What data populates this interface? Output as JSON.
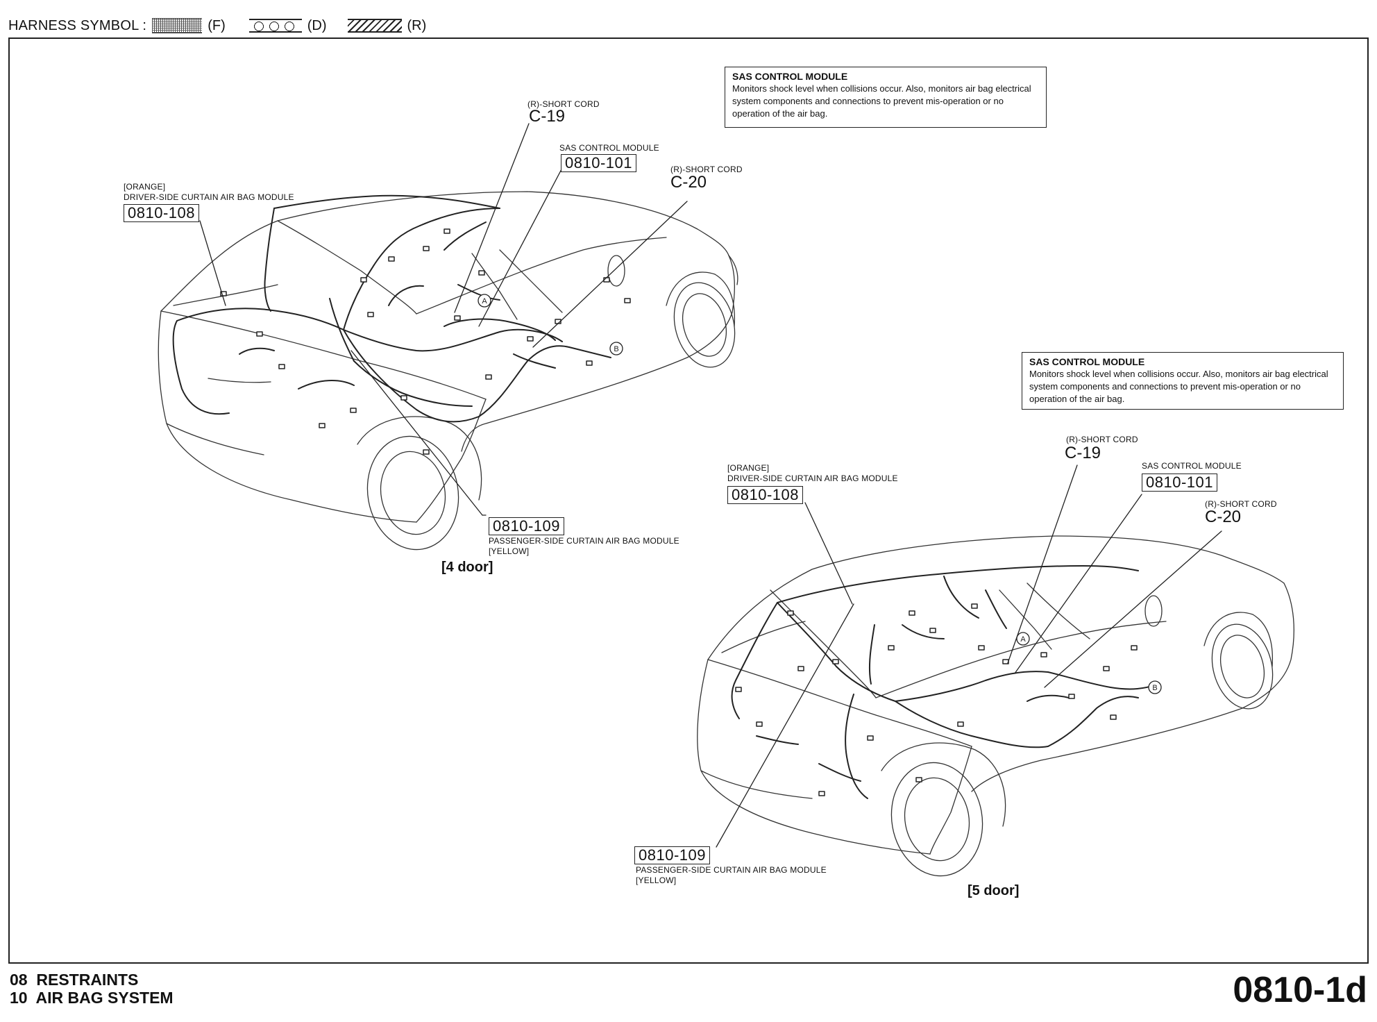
{
  "harness_symbol": {
    "title": "HARNESS SYMBOL :",
    "items": [
      {
        "code": "(F)",
        "pattern": "dotted-fill"
      },
      {
        "code": "(D)",
        "pattern": "circles"
      },
      {
        "code": "(R)",
        "pattern": "diagonal-hatch"
      }
    ]
  },
  "four_door": {
    "caption": "[4 door]",
    "info_box": {
      "title": "SAS CONTROL MODULE",
      "body": "Monitors shock level when collisions occur. Also, monitors air bag electrical system components and connections to prevent mis-operation or no operation of the air bag."
    },
    "callouts": {
      "c19": {
        "desc": "(R)-SHORT CORD",
        "ref": "C-19"
      },
      "sas": {
        "desc": "SAS CONTROL MODULE",
        "code": "0810-101"
      },
      "c20": {
        "desc": "(R)-SHORT CORD",
        "ref": "C-20"
      },
      "driver": {
        "color": "[ORANGE]",
        "desc": "DRIVER-SIDE CURTAIN AIR BAG MODULE",
        "code": "0810-108"
      },
      "passenger": {
        "code": "0810-109",
        "desc": "PASSENGER-SIDE CURTAIN AIR BAG MODULE",
        "color": "[YELLOW]"
      }
    },
    "markers": {
      "a": "A",
      "b": "B"
    }
  },
  "five_door": {
    "caption": "[5 door]",
    "info_box": {
      "title": "SAS CONTROL MODULE",
      "body": "Monitors shock level when collisions occur. Also, monitors air bag electrical system components and connections to prevent mis-operation or no operation of the air bag."
    },
    "callouts": {
      "c19": {
        "desc": "(R)-SHORT CORD",
        "ref": "C-19"
      },
      "sas": {
        "desc": "SAS CONTROL MODULE",
        "code": "0810-101"
      },
      "c20": {
        "desc": "(R)-SHORT CORD",
        "ref": "C-20"
      },
      "driver": {
        "color": "[ORANGE]",
        "desc": "DRIVER-SIDE CURTAIN AIR BAG MODULE",
        "code": "0810-108"
      },
      "passenger": {
        "code": "0810-109",
        "desc": "PASSENGER-SIDE CURTAIN AIR BAG MODULE",
        "color": "[YELLOW]"
      }
    },
    "markers": {
      "a": "A",
      "b": "B"
    }
  },
  "footer": {
    "line1": "08  RESTRAINTS",
    "line2": "10  AIR BAG SYSTEM",
    "page_code": "0810-1d"
  }
}
